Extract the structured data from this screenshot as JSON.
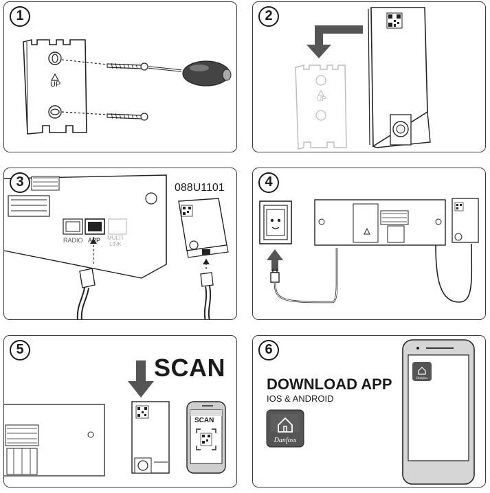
{
  "steps": [
    {
      "number": "1"
    },
    {
      "number": "2"
    },
    {
      "number": "3",
      "model": "088U1101",
      "port_radio": "RADIO",
      "port_app": "APP",
      "port_multi_1": "MULTI",
      "port_multi_2": "LINK"
    },
    {
      "number": "4"
    },
    {
      "number": "5",
      "scan_label": "SCAN",
      "phone_scan": "SCAN"
    },
    {
      "number": "6",
      "title": "DOWNLOAD APP",
      "subtitle": "IOS & ANDROID"
    }
  ],
  "labels": {
    "up": "UP"
  },
  "colors": {
    "arrow": "#555555",
    "line": "#222222",
    "faded": "#bdbdbd",
    "app_tile": "#555555"
  },
  "icons": [
    "screwdriver-icon",
    "screw-icon",
    "qr-code-icon",
    "plug-icon",
    "outlet-icon",
    "house-icon",
    "danfoss-logo",
    "smartphone-icon",
    "down-arrow-icon"
  ]
}
